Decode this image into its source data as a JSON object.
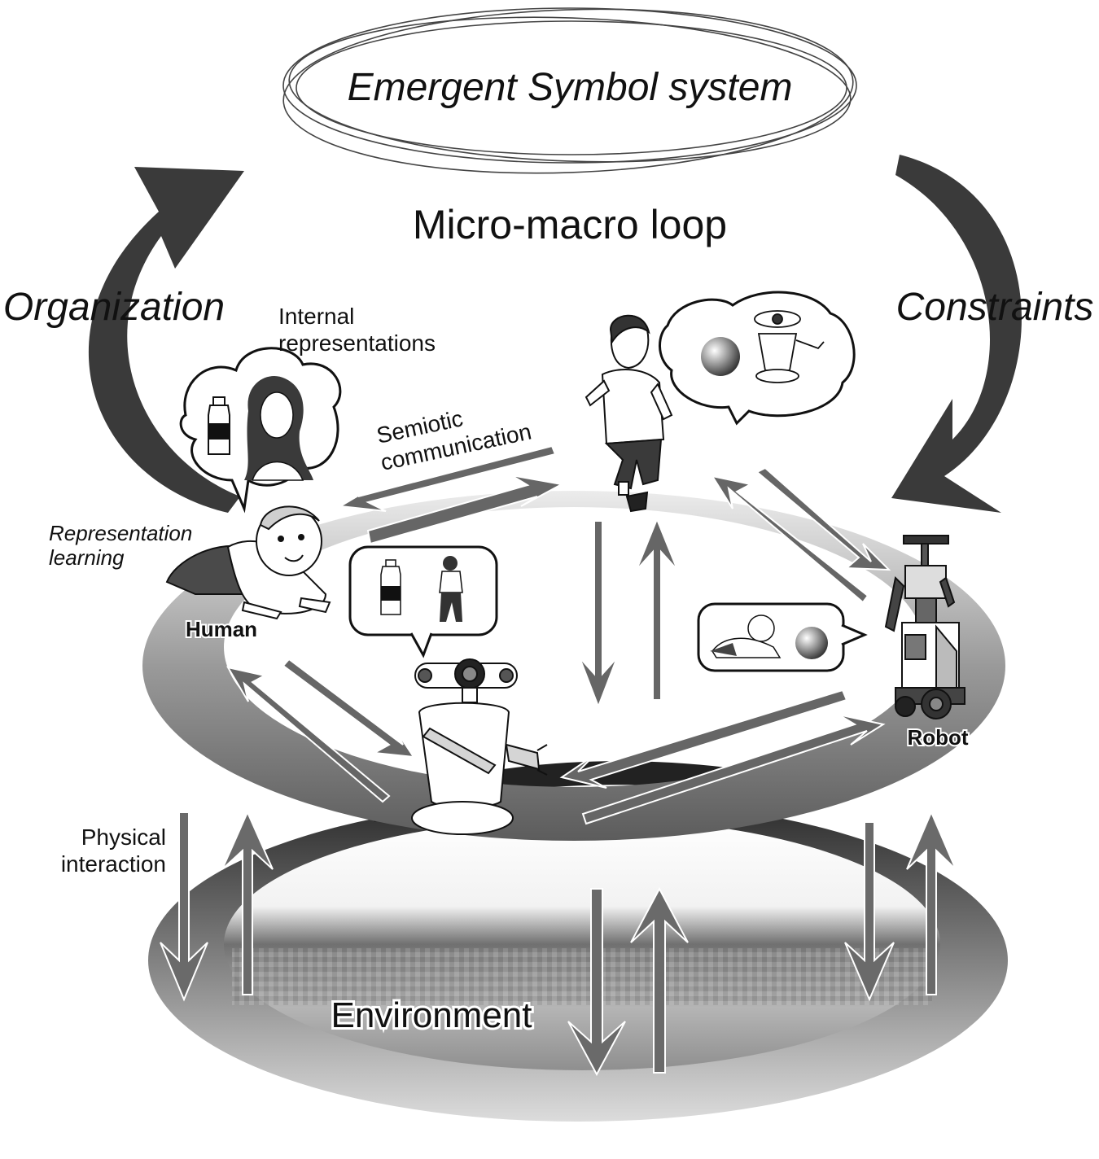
{
  "labels": {
    "top_title": "Emergent Symbol system",
    "loop_title": "Micro-macro loop",
    "organization": "Organization",
    "constraints": "Constraints",
    "internal_line1": "Internal",
    "internal_line2": "representations",
    "semiotic_line1": "Semiotic",
    "semiotic_line2": "communication",
    "replearn_line1": "Representation",
    "replearn_line2": "learning",
    "human": "Human",
    "robot": "Robot",
    "physical_line1": "Physical",
    "physical_line2": "interaction",
    "environment": "Environment"
  },
  "figures": {
    "baby": "crawling-baby",
    "boy": "running-boy",
    "small_robot": "round-head-robot",
    "wheeled_robot": "wheeled-robot",
    "woman": "woman-portrait",
    "bottle": "bottle",
    "ball": "ball"
  }
}
